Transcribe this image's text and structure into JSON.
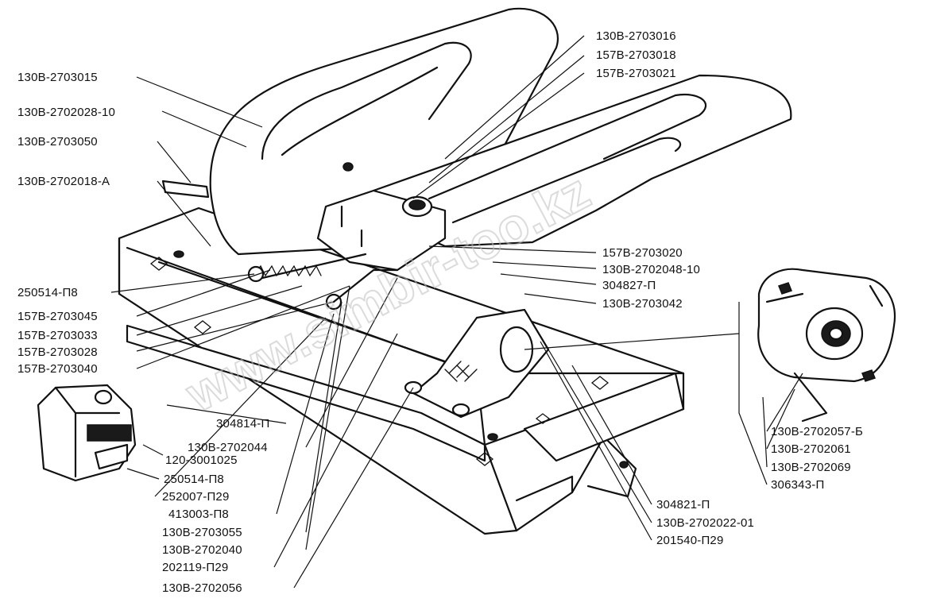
{
  "watermark": "www.simbir-too.kz",
  "labels": {
    "l01": "130В-2703015",
    "l02": "130В-2702028-10",
    "l03": "130В-2703050",
    "l04": "130В-2702018-А",
    "l05": "130В-2703016",
    "l06": "157В-2703018",
    "l07": "157В-2703021",
    "l08": "157В-2703020",
    "l09": "130В-2702048-10",
    "l10": "304827-П",
    "l11": "130В-2703042",
    "l12": "250514-П8",
    "l13": "157В-2703045",
    "l14": "157В-2703033",
    "l15": "157В-2703028",
    "l16": "157В-2703040",
    "l17": "304814-П",
    "l18": "130В-2702044",
    "l19": "120-3001025",
    "l20": "250514-П8",
    "l21": "252007-П29",
    "l22": "413003-П8",
    "l23": "130В-2703055",
    "l24": "130В-2702040",
    "l25": "202119-П29",
    "l26": "130В-2702056",
    "l27": "130В-2702057-Б",
    "l28": "130В-2702061",
    "l29": "130В-2702069",
    "l30": "306343-П",
    "l31": "304821-П",
    "l32": "130В-2702022-01",
    "l33": "201540-П29"
  }
}
